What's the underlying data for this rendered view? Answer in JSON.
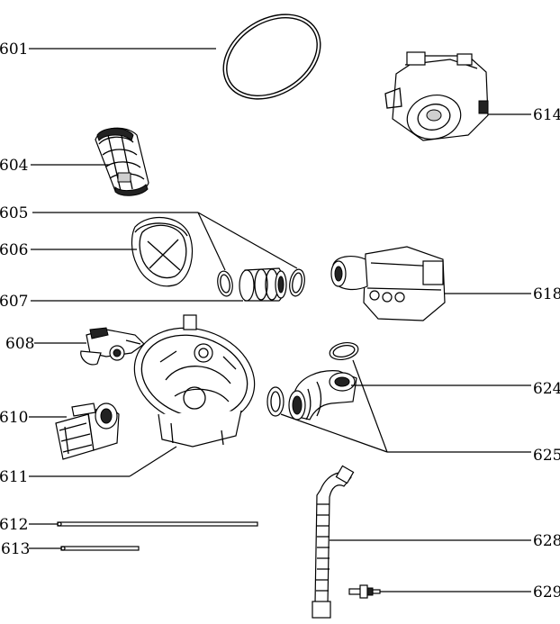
{
  "labels": {
    "p601": "601",
    "p604": "604",
    "p605": "605",
    "p606": "606",
    "p607": "607",
    "p608": "608",
    "p610": "610",
    "p611": "611",
    "p612": "612",
    "p613": "613",
    "p614": "614",
    "p618": "618",
    "p624": "624",
    "p625": "625",
    "p628": "628",
    "p629": "629"
  }
}
